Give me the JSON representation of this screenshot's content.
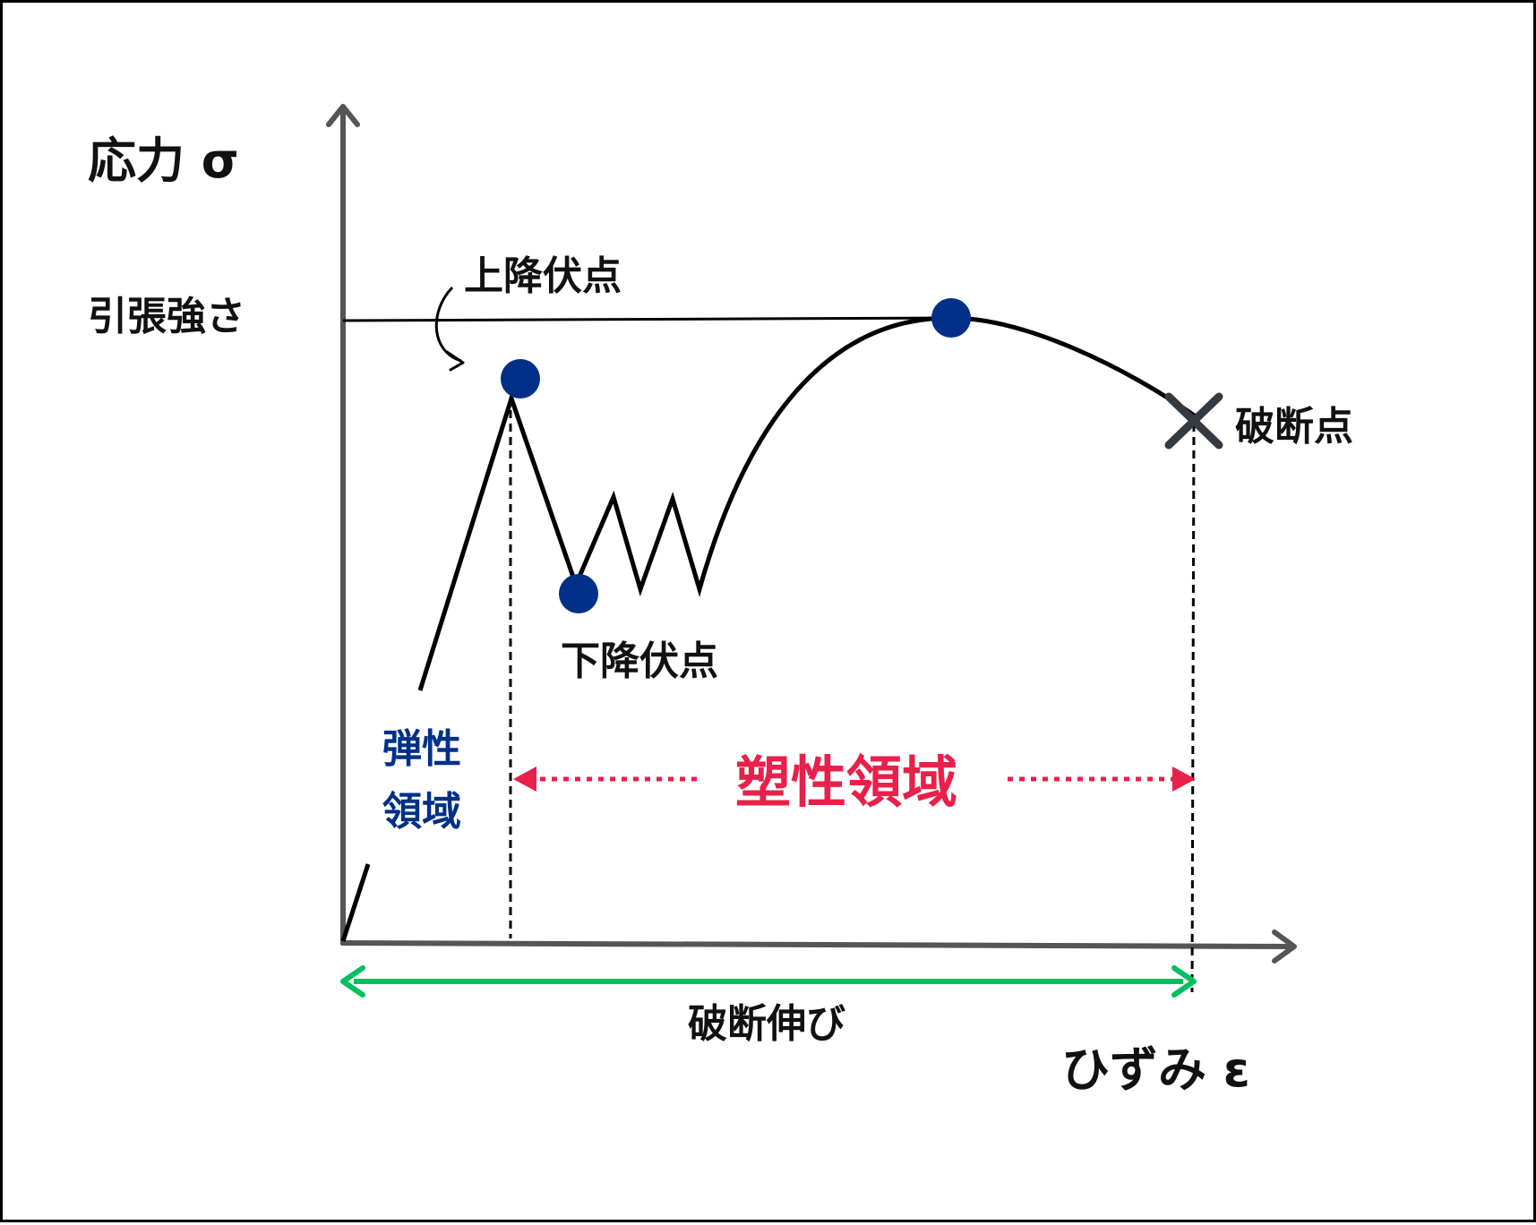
{
  "labels": {
    "y_axis": "応力 σ",
    "x_axis": "ひずみ ε",
    "tensile_strength": "引張強さ",
    "upper_yield_point": "上降伏点",
    "lower_yield_point": "下降伏点",
    "fracture_point": "破断点",
    "elastic_region_line1": "弾性",
    "elastic_region_line2": "領域",
    "plastic_region": "塑性領域",
    "elongation_at_break": "破断伸び"
  },
  "colors": {
    "axis": "#555555",
    "curve": "#000000",
    "point": "#003087",
    "elastic_text": "#003087",
    "plastic": "#e8204a",
    "elongation": "#00c060",
    "fracture_mark": "#333a42"
  }
}
